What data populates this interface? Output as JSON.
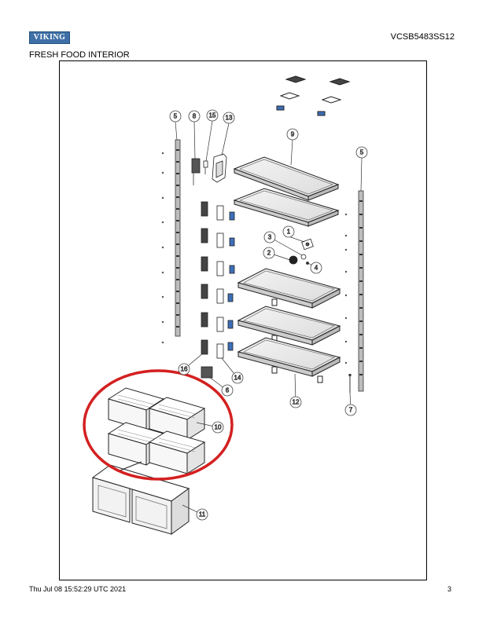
{
  "header": {
    "brand_logo": "VIKING",
    "model_number": "VCSB5483SS12",
    "section_title": "FRESH FOOD INTERIOR"
  },
  "footer": {
    "timestamp": "Thu Jul 08 15:52:29 UTC 2021",
    "page_number": "3"
  },
  "callouts": {
    "c1": "1",
    "c2": "2",
    "c3": "3",
    "c4": "4",
    "c5a": "5",
    "c5b": "5",
    "c6": "6",
    "c7": "7",
    "c8": "8",
    "c9": "9",
    "c10": "10",
    "c11": "11",
    "c12": "12",
    "c13": "13",
    "c14": "14",
    "c15": "15",
    "c16": "16"
  },
  "colors": {
    "highlight_ring": "#d42020",
    "clip_blue": "#3d6fb8",
    "logo_blue": "#3e6fa6"
  }
}
